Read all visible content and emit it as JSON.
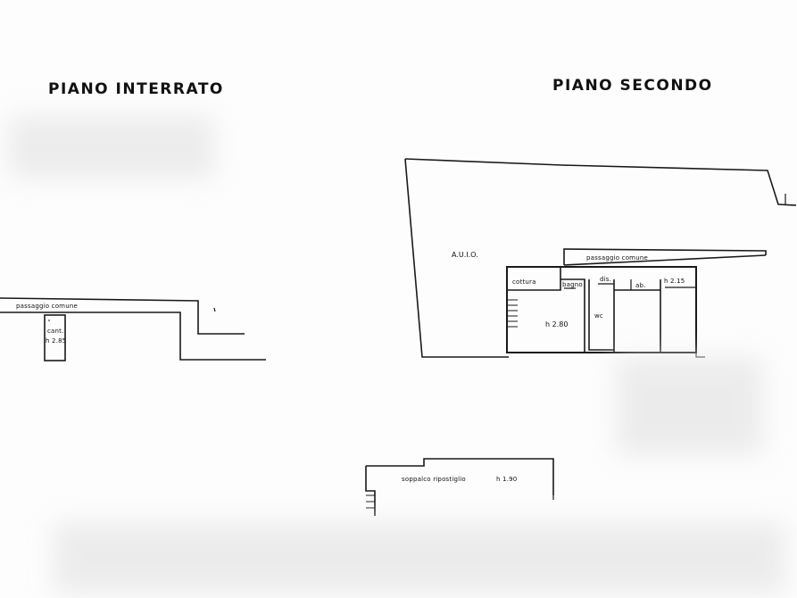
{
  "floors": {
    "basement_title": "PIANO INTERRATO",
    "second_title": "PIANO SECONDO"
  },
  "basement": {
    "corridor_label": "passaggio comune",
    "room_label": "cant.",
    "height_label": "h 2.85"
  },
  "second": {
    "external_label": "A.U.I.O.",
    "corridor_label": "passaggio comune",
    "kitchen_label": "cottura",
    "bath_label": "bagno",
    "storage_label": "dis.",
    "wc_label": "wc",
    "room_label": "ab.",
    "height_room": "h 2.15",
    "height_main": "h 2.80"
  },
  "loft": {
    "label": "soppalco ripostiglio",
    "height_label": "h 1.90"
  },
  "colors": {
    "line": "#1a1a1a",
    "background": "#fdfdfd"
  }
}
